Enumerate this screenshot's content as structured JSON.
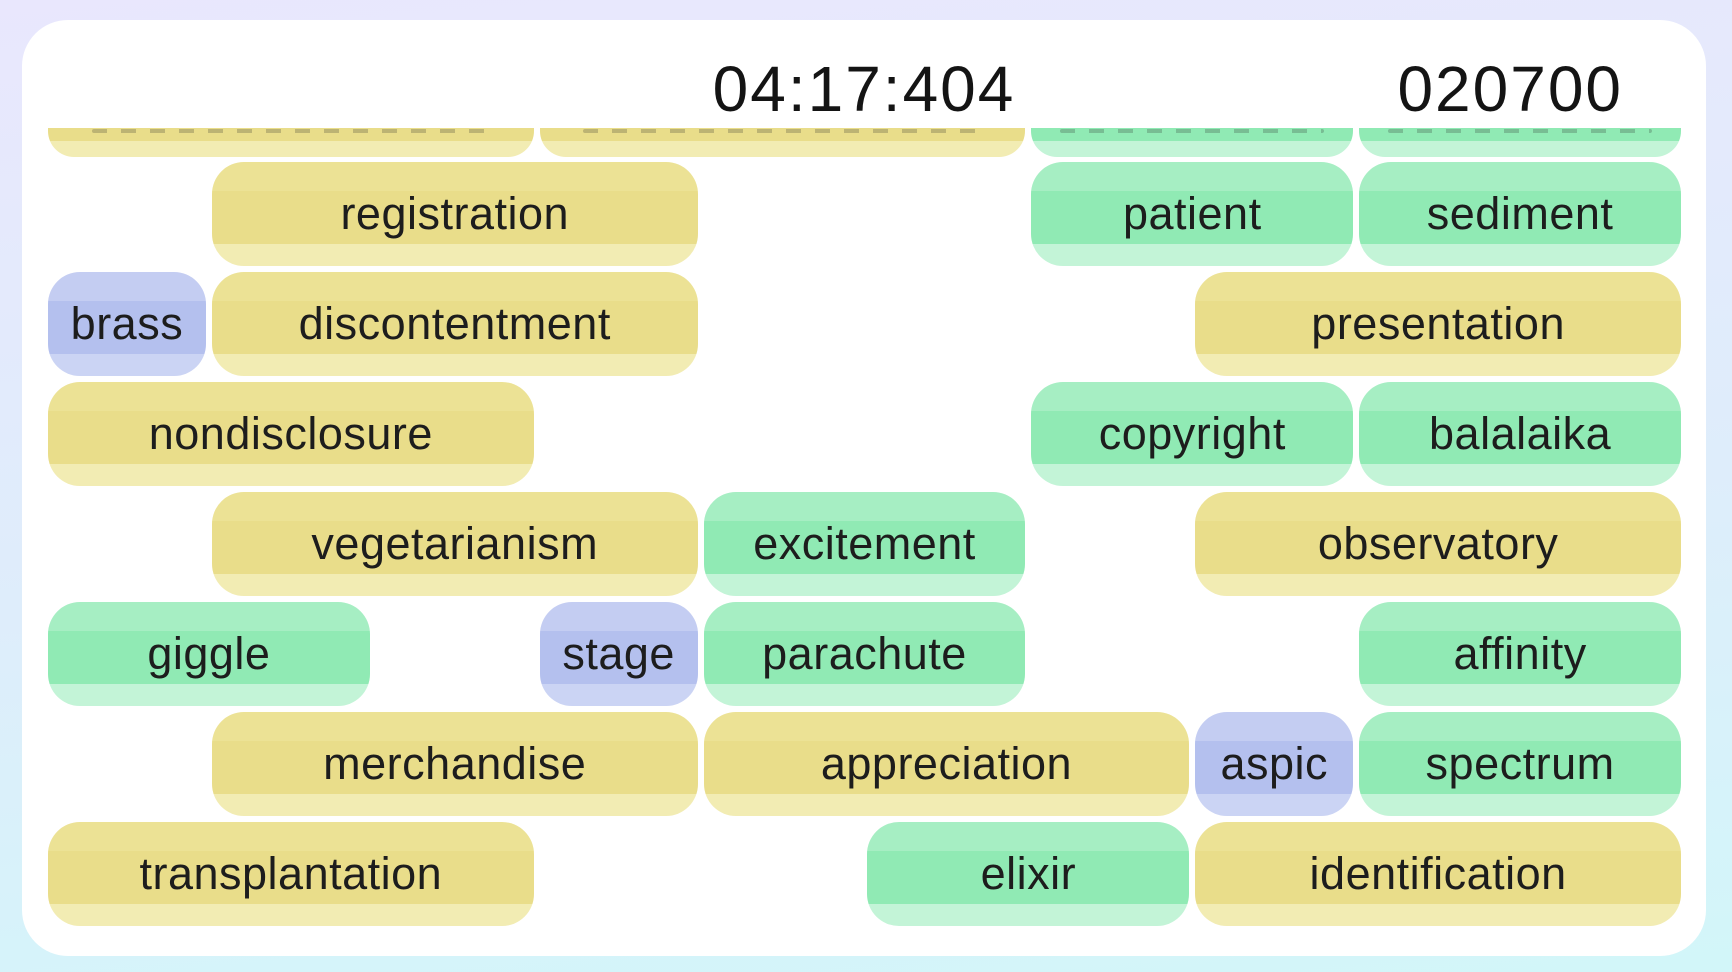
{
  "header": {
    "timer": "04:17:404",
    "score": "020700"
  },
  "colors": {
    "background": {
      "top": "#e9e7fd",
      "middle": "#deedfb",
      "bottom": "#d2f6f9"
    },
    "card": "#ffffff",
    "text": "#1d1d1d",
    "pill": {
      "yellow": {
        "top": "#ece295",
        "main": "#e9dd8a",
        "bottom": "#f2ecb3"
      },
      "green": {
        "top": "#a6eec3",
        "main": "#90eab4",
        "bottom": "#c3f4d7"
      },
      "blue": {
        "top": "#c4cdf2",
        "main": "#b4c0ee",
        "bottom": "#cbd4f4"
      }
    }
  },
  "board": {
    "grid_columns": 10,
    "clipped_top_row": [
      {
        "color": "yellow",
        "col": 1,
        "span": 3
      },
      {
        "color": "yellow",
        "col": 4,
        "span": 3
      },
      {
        "color": "green",
        "col": 7,
        "span": 2
      },
      {
        "color": "green",
        "col": 9,
        "span": 2
      }
    ],
    "pills": [
      {
        "label": "registration",
        "color": "yellow",
        "row": 1,
        "col": 2,
        "span": 3
      },
      {
        "label": "patient",
        "color": "green",
        "row": 1,
        "col": 7,
        "span": 2
      },
      {
        "label": "sediment",
        "color": "green",
        "row": 1,
        "col": 9,
        "span": 2
      },
      {
        "label": "brass",
        "color": "blue",
        "row": 2,
        "col": 1,
        "span": 1
      },
      {
        "label": "discontentment",
        "color": "yellow",
        "row": 2,
        "col": 2,
        "span": 3
      },
      {
        "label": "presentation",
        "color": "yellow",
        "row": 2,
        "col": 8,
        "span": 3
      },
      {
        "label": "nondisclosure",
        "color": "yellow",
        "row": 3,
        "col": 1,
        "span": 3
      },
      {
        "label": "copyright",
        "color": "green",
        "row": 3,
        "col": 7,
        "span": 2
      },
      {
        "label": "balalaika",
        "color": "green",
        "row": 3,
        "col": 9,
        "span": 2
      },
      {
        "label": "vegetarianism",
        "color": "yellow",
        "row": 4,
        "col": 2,
        "span": 3
      },
      {
        "label": "excitement",
        "color": "green",
        "row": 4,
        "col": 5,
        "span": 2
      },
      {
        "label": "observatory",
        "color": "yellow",
        "row": 4,
        "col": 8,
        "span": 3
      },
      {
        "label": "giggle",
        "color": "green",
        "row": 5,
        "col": 1,
        "span": 2
      },
      {
        "label": "stage",
        "color": "blue",
        "row": 5,
        "col": 4,
        "span": 1
      },
      {
        "label": "parachute",
        "color": "green",
        "row": 5,
        "col": 5,
        "span": 2
      },
      {
        "label": "affinity",
        "color": "green",
        "row": 5,
        "col": 9,
        "span": 2
      },
      {
        "label": "merchandise",
        "color": "yellow",
        "row": 6,
        "col": 2,
        "span": 3
      },
      {
        "label": "appreciation",
        "color": "yellow",
        "row": 6,
        "col": 5,
        "span": 3
      },
      {
        "label": "aspic",
        "color": "blue",
        "row": 6,
        "col": 8,
        "span": 1
      },
      {
        "label": "spectrum",
        "color": "green",
        "row": 6,
        "col": 9,
        "span": 2
      },
      {
        "label": "transplantation",
        "color": "yellow",
        "row": 7,
        "col": 1,
        "span": 3
      },
      {
        "label": "elixir",
        "color": "green",
        "row": 7,
        "col": 6,
        "span": 2
      },
      {
        "label": "identification",
        "color": "yellow",
        "row": 7,
        "col": 8,
        "span": 3
      }
    ]
  }
}
